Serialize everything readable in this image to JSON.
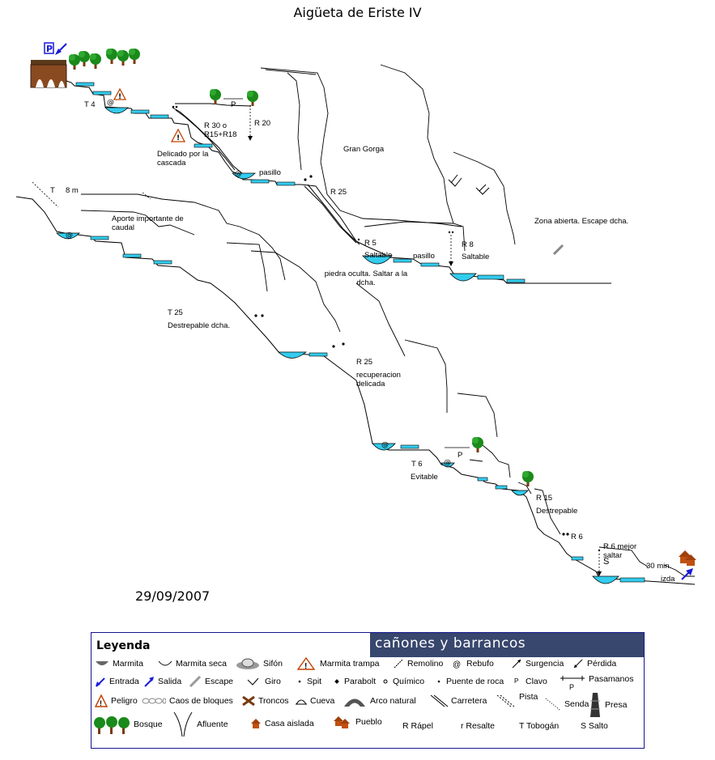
{
  "title": "Aigüeta de Eriste IV",
  "date": "29/09/2007",
  "labels": {
    "t4": "T 4",
    "r20": "R 20",
    "p_top": "P",
    "r30": "R 30 o R15+R18",
    "delicado": "Delicado por la cascada",
    "pasillo1": "pasillo",
    "gran_gorga": "Gran Gorga",
    "r25a": "R 25",
    "t8": "T",
    "t8m": "8 m",
    "aporte": "Aporte importante de caudal",
    "zona": "Zona abierta. Escape dcha.",
    "r5": "R 5",
    "saltable1": "Saltable",
    "pasillo2": "pasillo",
    "r8": "R 8",
    "saltable2": "Saltable",
    "piedra": "piedra oculta. Saltar a la dcha.",
    "t25": "T 25",
    "destrepable1": "Destrepable dcha.",
    "r25b": "R 25",
    "recuperacion": "recuperacion delicada",
    "t6": "T 6",
    "evitable": "Evitable",
    "p_low": "P",
    "r15": "R 15",
    "destrepable2": "Destrepable",
    "r6": "R 6",
    "r6_mejor": "R 6 mejor saltar",
    "s": "S",
    "min30": "30 min.",
    "izda": "izda"
  },
  "legend": {
    "title": "Leyenda",
    "brand": "cañones y barrancos",
    "items": [
      "Marmita",
      "Marmita seca",
      "Sifón",
      "Marmita trampa",
      "Remolino",
      "Rebufo",
      "Surgencia",
      "Pérdida",
      "Entrada",
      "Salida",
      "Escape",
      "Giro",
      "Spit",
      "Parabolt",
      "Químico",
      "Puente de roca",
      "Clavo",
      "Pasamanos",
      "Peligro",
      "Caos de bloques",
      "Troncos",
      "Cueva",
      "Arco natural",
      "Carretera",
      "Pista",
      "Senda",
      "Presa",
      "Bosque",
      "Afluente",
      "Casa aislada",
      "Pueblo",
      "R Rápel",
      "r Resalte",
      "T Tobogán",
      "S Salto"
    ],
    "pasamanos_p": "P",
    "clavo_p": "P"
  },
  "colors": {
    "water": "#33ccee",
    "tree": "#1a8a1a",
    "trunk": "#7a3b10",
    "arrow": "#1a1ad8",
    "legend_border": "#16168f",
    "brand_bg": "#38476e"
  }
}
